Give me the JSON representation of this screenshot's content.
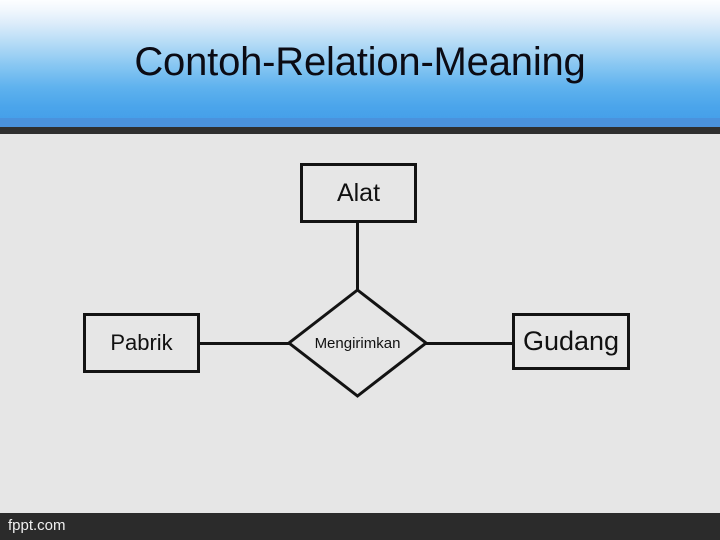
{
  "slide": {
    "title": "Contoh-Relation-Meaning",
    "background_color": "#e6e6e6",
    "accent_color": "#46a0ea"
  },
  "diagram": {
    "type": "entity-relationship",
    "entities": [
      {
        "label": "Alat",
        "shape": "rectangle"
      },
      {
        "label": "Pabrik",
        "shape": "rectangle"
      },
      {
        "label": "Gudang",
        "shape": "rectangle"
      }
    ],
    "relationships": [
      {
        "label": "Mengirimkan",
        "shape": "diamond"
      }
    ],
    "connectors": [
      {
        "from": "Alat",
        "to": "Mengirimkan",
        "orientation": "vertical"
      },
      {
        "from": "Pabrik",
        "to": "Mengirimkan",
        "orientation": "horizontal"
      },
      {
        "from": "Mengirimkan",
        "to": "Gudang",
        "orientation": "horizontal"
      }
    ]
  },
  "footer": {
    "watermark": "fppt.com"
  }
}
